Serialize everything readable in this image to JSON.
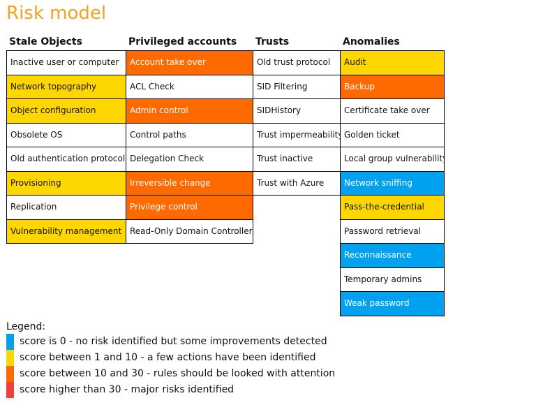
{
  "title": "Risk model",
  "colors": {
    "blue": "#00a2ef",
    "yellow": "#ffd700",
    "orange": "#ff6a00",
    "red": "#f73d38",
    "white": "#ffffff"
  },
  "columns": [
    {
      "header": "Stale Objects",
      "cells": [
        {
          "label": "Inactive user or computer",
          "level": "white"
        },
        {
          "label": "Network topography",
          "level": "yellow"
        },
        {
          "label": "Object configuration",
          "level": "yellow"
        },
        {
          "label": "Obsolete OS",
          "level": "white"
        },
        {
          "label": "Old authentication protocols",
          "level": "white"
        },
        {
          "label": "Provisioning",
          "level": "yellow"
        },
        {
          "label": "Replication",
          "level": "white"
        },
        {
          "label": "Vulnerability management",
          "level": "yellow"
        }
      ]
    },
    {
      "header": "Privileged accounts",
      "cells": [
        {
          "label": "Account take over",
          "level": "orange"
        },
        {
          "label": "ACL Check",
          "level": "white"
        },
        {
          "label": "Admin control",
          "level": "orange"
        },
        {
          "label": "Control paths",
          "level": "white"
        },
        {
          "label": "Delegation Check",
          "level": "white"
        },
        {
          "label": "Irreversible change",
          "level": "orange"
        },
        {
          "label": "Privilege control",
          "level": "orange"
        },
        {
          "label": "Read-Only Domain Controllers",
          "level": "white"
        }
      ]
    },
    {
      "header": "Trusts",
      "cells": [
        {
          "label": "Old trust protocol",
          "level": "white"
        },
        {
          "label": "SID Filtering",
          "level": "white"
        },
        {
          "label": "SIDHistory",
          "level": "white"
        },
        {
          "label": "Trust impermeability",
          "level": "white"
        },
        {
          "label": "Trust inactive",
          "level": "white"
        },
        {
          "label": "Trust with Azure",
          "level": "white"
        }
      ]
    },
    {
      "header": "Anomalies",
      "cells": [
        {
          "label": "Audit",
          "level": "yellow"
        },
        {
          "label": "Backup",
          "level": "orange"
        },
        {
          "label": "Certificate take over",
          "level": "white"
        },
        {
          "label": "Golden ticket",
          "level": "white"
        },
        {
          "label": "Local group vulnerability",
          "level": "white"
        },
        {
          "label": "Network sniffing",
          "level": "blue"
        },
        {
          "label": "Pass-the-credential",
          "level": "yellow"
        },
        {
          "label": "Password retrieval",
          "level": "white"
        },
        {
          "label": "Reconnaissance",
          "level": "blue"
        },
        {
          "label": "Temporary admins",
          "level": "white"
        },
        {
          "label": "Weak password",
          "level": "blue"
        }
      ]
    }
  ],
  "legend": {
    "title": "Legend:",
    "items": [
      {
        "level": "blue",
        "text": "score is 0 - no risk identified but some improvements detected"
      },
      {
        "level": "yellow",
        "text": "score between 1 and 10 - a few actions have been identified"
      },
      {
        "level": "orange",
        "text": "score between 10 and 30 - rules should be looked with attention"
      },
      {
        "level": "red",
        "text": "score higher than 30 - major risks identified"
      }
    ]
  }
}
